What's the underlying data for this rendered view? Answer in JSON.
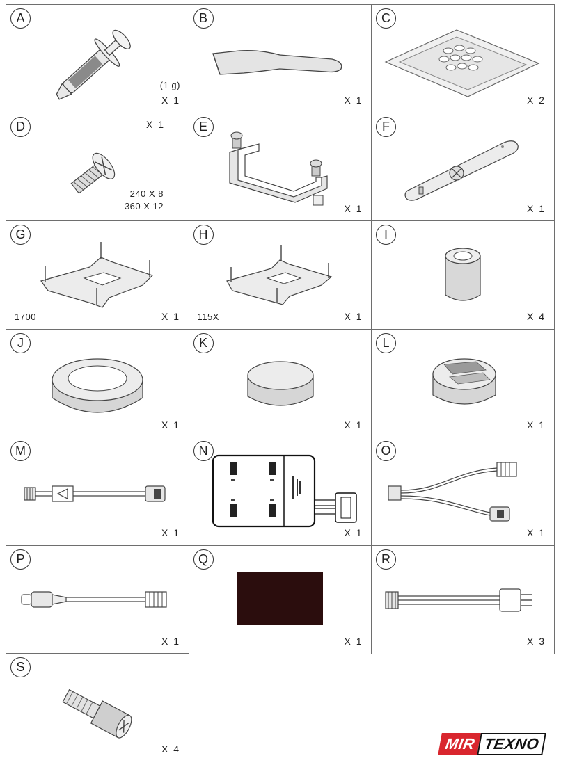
{
  "parts": [
    {
      "letter": "A",
      "qty": "X 1",
      "note": "(1 g)",
      "icon": "thermal-paste-syringe-icon"
    },
    {
      "letter": "B",
      "qty": "X 1",
      "icon": "spatula-icon"
    },
    {
      "letter": "C",
      "qty": "X 2",
      "icon": "adhesive-pad-sheet-icon"
    },
    {
      "letter": "D",
      "qty": "X 1",
      "note": "240 X 8",
      "note2": "360 X 12",
      "icon": "screw-icon"
    },
    {
      "letter": "E",
      "qty": "X 1",
      "icon": "bracket-icon"
    },
    {
      "letter": "F",
      "qty": "X 1",
      "icon": "mounting-bar-icon"
    },
    {
      "letter": "G",
      "qty": "X 1",
      "note": "1700",
      "icon": "backplate-icon"
    },
    {
      "letter": "H",
      "qty": "X 1",
      "note": "115X",
      "icon": "backplate-icon"
    },
    {
      "letter": "I",
      "qty": "X 4",
      "icon": "spacer-icon"
    },
    {
      "letter": "J",
      "qty": "X 1",
      "icon": "ring-icon"
    },
    {
      "letter": "K",
      "qty": "X 1",
      "icon": "cap-icon"
    },
    {
      "letter": "L",
      "qty": "X 1",
      "icon": "adhesive-cap-icon"
    },
    {
      "letter": "M",
      "qty": "X 1",
      "icon": "cable-icon"
    },
    {
      "letter": "N",
      "qty": "X 1",
      "icon": "hub-controller-icon"
    },
    {
      "letter": "O",
      "qty": "X 1",
      "icon": "splitter-cable-icon"
    },
    {
      "letter": "P",
      "qty": "X 1",
      "icon": "usb-cable-icon"
    },
    {
      "letter": "Q",
      "qty": "X 1",
      "icon": "foam-pad-icon"
    },
    {
      "letter": "R",
      "qty": "X 3",
      "icon": "extension-cable-icon"
    },
    {
      "letter": "S",
      "qty": "X 4",
      "icon": "thumb-screw-icon"
    }
  ],
  "logo": {
    "part1": "MIR",
    "part2": "TEXNO",
    "accent": "#d9262e"
  }
}
